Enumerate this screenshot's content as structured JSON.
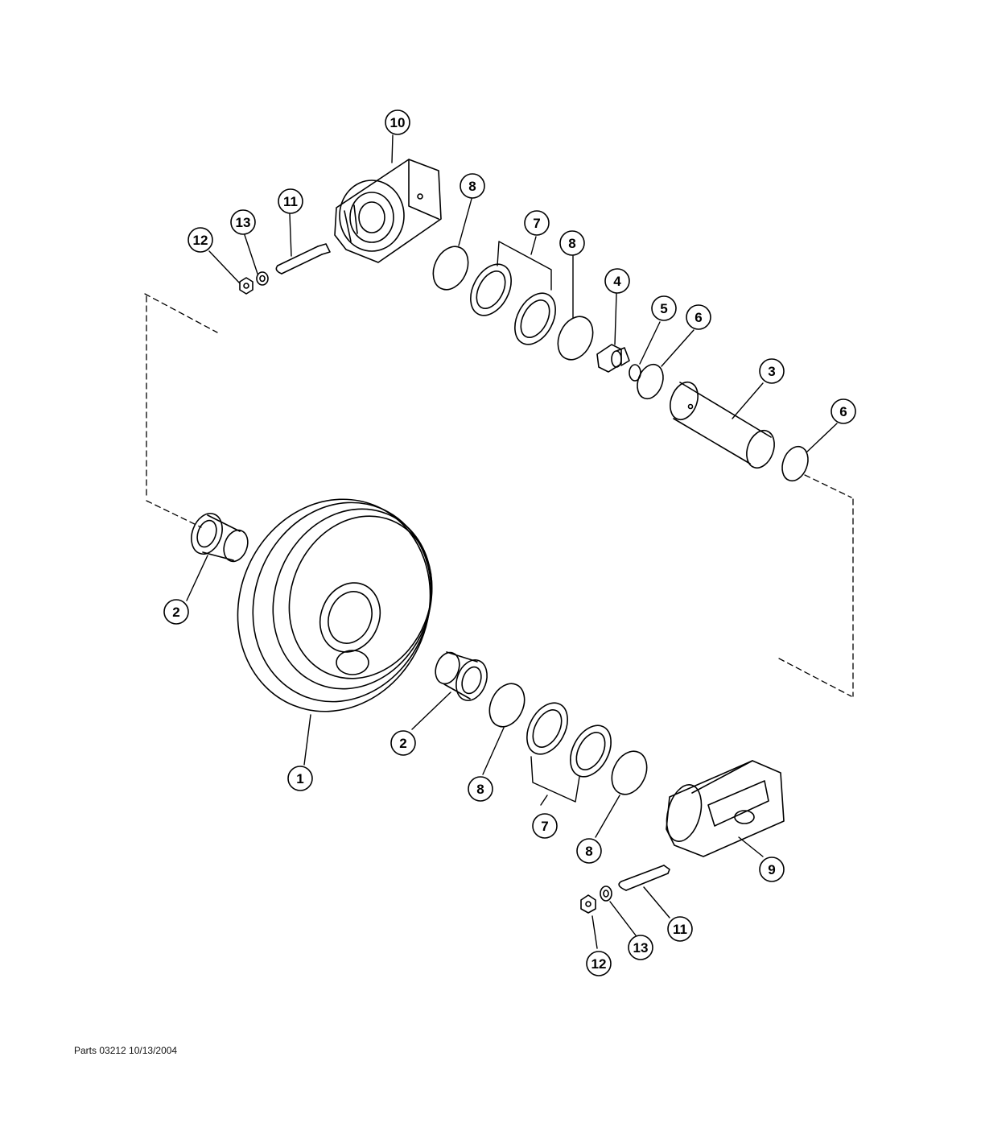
{
  "callouts": [
    {
      "id": "c10-top",
      "label": "10"
    },
    {
      "id": "c11-top",
      "label": "11"
    },
    {
      "id": "c13-top",
      "label": "13"
    },
    {
      "id": "c12-top",
      "label": "12"
    },
    {
      "id": "c8-a",
      "label": "8"
    },
    {
      "id": "c7-top",
      "label": "7"
    },
    {
      "id": "c8-b",
      "label": "8"
    },
    {
      "id": "c4",
      "label": "4"
    },
    {
      "id": "c5",
      "label": "5"
    },
    {
      "id": "c6-a",
      "label": "6"
    },
    {
      "id": "c3",
      "label": "3"
    },
    {
      "id": "c6-b",
      "label": "6"
    },
    {
      "id": "c2-left",
      "label": "2"
    },
    {
      "id": "c1",
      "label": "1"
    },
    {
      "id": "c2-bottom",
      "label": "2"
    },
    {
      "id": "c8-c",
      "label": "8"
    },
    {
      "id": "c7-bottom",
      "label": "7"
    },
    {
      "id": "c8-d",
      "label": "8"
    },
    {
      "id": "c9",
      "label": "9"
    },
    {
      "id": "c11-bottom",
      "label": "11"
    },
    {
      "id": "c13-bottom",
      "label": "13"
    },
    {
      "id": "c12-bottom",
      "label": "12"
    }
  ],
  "footer": {
    "text": "Parts 03212 10/13/2004"
  }
}
